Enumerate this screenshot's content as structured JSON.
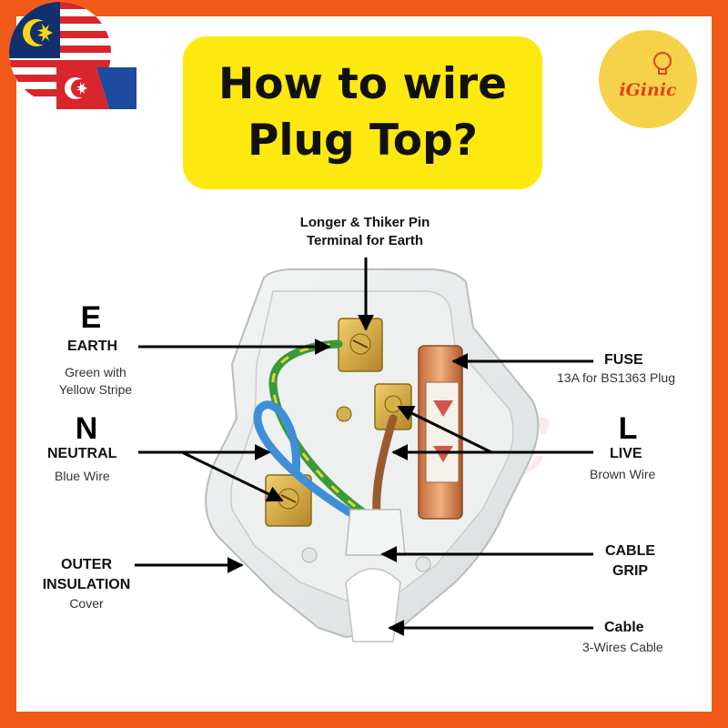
{
  "title": {
    "line1": "How to wire",
    "line2": "Plug Top?"
  },
  "logo": {
    "text": "iGinic"
  },
  "labels": {
    "earth_pin": {
      "line1": "Longer & Thiker Pin",
      "line2": "Terminal for Earth"
    },
    "earth": {
      "letter": "E",
      "name": "EARTH",
      "desc1": "Green with",
      "desc2": "Yellow Stripe"
    },
    "neutral": {
      "letter": "N",
      "name": "NEUTRAL",
      "desc": "Blue Wire"
    },
    "outer": {
      "line1": "OUTER",
      "line2": "INSULATION",
      "desc": "Cover"
    },
    "fuse": {
      "name": "FUSE",
      "desc": "13A for BS1363 Plug"
    },
    "live": {
      "letter": "L",
      "name": "LIVE",
      "desc": "Brown Wire"
    },
    "cable_grip": {
      "line1": "CABLE",
      "line2": "GRIP"
    },
    "cable": {
      "name": "Cable",
      "desc": "3-Wires Cable"
    }
  },
  "colors": {
    "border": "#f25a1a",
    "title_bg": "#fde910",
    "logo_bg": "#f6d24a",
    "earth_wire": "#3a9a3a",
    "neutral_wire": "#3d8fd8",
    "live_wire": "#9a5a30",
    "brass": "#c99a2a"
  },
  "icons": [
    "malaysia-flag-icon",
    "sarawak-flag-icon",
    "lightbulb-icon"
  ]
}
